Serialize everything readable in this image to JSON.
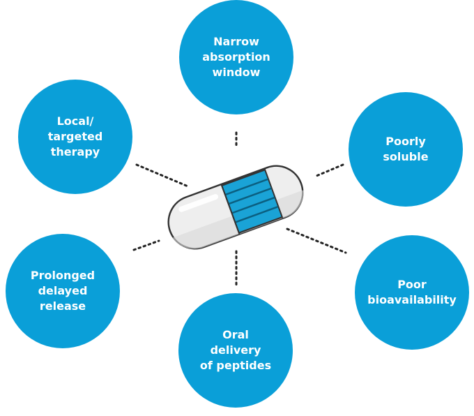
{
  "diagram": {
    "center": "capsule-icon",
    "colors": {
      "bubble": "#0a9fd8",
      "bubble_text": "#ffffff",
      "capsule_body": "#eeeeee",
      "capsule_blue": "#1aa3d6",
      "capsule_outline": "#333333",
      "connector": "#222222"
    },
    "nodes": [
      {
        "id": "narrow",
        "label": "Narrow\nabsorption\nwindow"
      },
      {
        "id": "local",
        "label": "Local/\ntargeted\ntherapy"
      },
      {
        "id": "soluble",
        "label": "Poorly\nsoluble"
      },
      {
        "id": "prolonged",
        "label": "Prolonged\ndelayed\nrelease"
      },
      {
        "id": "poor",
        "label": "Poor\nbioavailability"
      },
      {
        "id": "oral",
        "label": "Oral\ndelivery\nof peptides"
      }
    ]
  }
}
